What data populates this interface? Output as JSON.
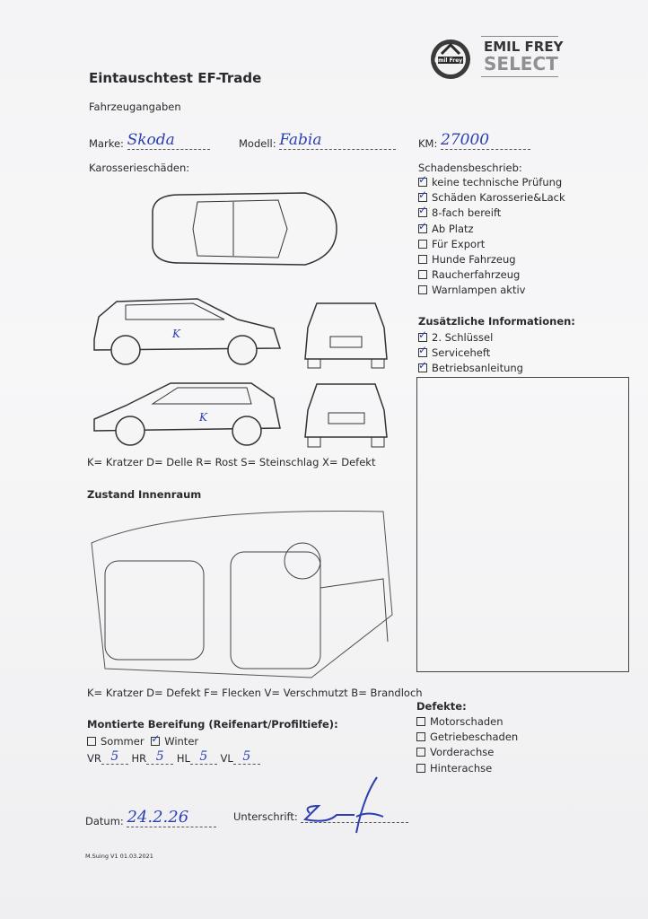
{
  "logo": {
    "brand_line1": "EMIL FREY",
    "brand_line2": "SELECT",
    "seal_text": "Emil Frey"
  },
  "title": "Eintauschtest EF-Trade",
  "vehicle": {
    "heading": "Fahrzeugangaben",
    "marke_label": "Marke:",
    "marke_value": "Skoda",
    "modell_label": "Modell:",
    "modell_value": "Fabia",
    "km_label": "KM:",
    "km_value": "27000"
  },
  "body_damage": {
    "heading": "Karosserieschäden:",
    "marks": [
      "K",
      "K"
    ],
    "legend": "K= Kratzer D= Delle R= Rost S= Steinschlag X= Defekt"
  },
  "damage_description": {
    "heading": "Schadensbeschrieb:",
    "items": [
      {
        "label": "keine technische Prüfung",
        "checked": true
      },
      {
        "label": "Schäden Karosserie&Lack",
        "checked": true
      },
      {
        "label": "8-fach bereift",
        "checked": true
      },
      {
        "label": "Ab Platz",
        "checked": true
      },
      {
        "label": "Für Export",
        "checked": false
      },
      {
        "label": "Hunde Fahrzeug",
        "checked": false
      },
      {
        "label": "Raucherfahrzeug",
        "checked": false
      },
      {
        "label": "Warnlampen aktiv",
        "checked": false
      }
    ]
  },
  "additional_info": {
    "heading": "Zusätzliche Informationen:",
    "items": [
      {
        "label": "2. Schlüssel",
        "checked": true
      },
      {
        "label": "Serviceheft",
        "checked": true
      },
      {
        "label": "Betriebsanleitung",
        "checked": true
      }
    ]
  },
  "interior": {
    "heading": "Zustand Innenraum",
    "legend": "K= Kratzer D= Defekt F= Flecken V= Verschmutzt B= Brandloch"
  },
  "tires": {
    "heading": "Montierte Bereifung (Reifenart/Profiltiefe):",
    "sommer_label": "Sommer",
    "sommer_checked": false,
    "winter_label": "Winter",
    "winter_checked": true,
    "positions": [
      {
        "label": "VR",
        "value": "5"
      },
      {
        "label": "HR",
        "value": "5"
      },
      {
        "label": "HL",
        "value": "5"
      },
      {
        "label": "VL",
        "value": "5"
      }
    ]
  },
  "defects": {
    "heading": "Defekte:",
    "items": [
      {
        "label": "Motorschaden",
        "checked": false
      },
      {
        "label": "Getriebeschaden",
        "checked": false
      },
      {
        "label": "Vorderachse",
        "checked": false
      },
      {
        "label": "Hinterachse",
        "checked": false
      }
    ]
  },
  "footer": {
    "datum_label": "Datum:",
    "datum_value": "24.2.26",
    "signature_label": "Unterschrift:",
    "version": "M.Suing V1 01.03.2021"
  }
}
